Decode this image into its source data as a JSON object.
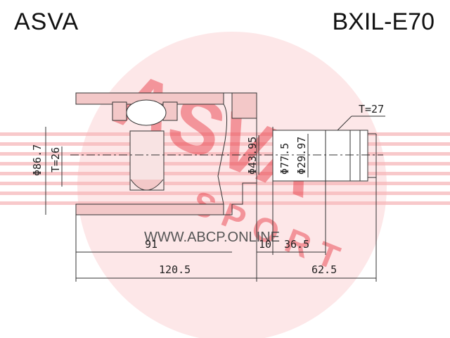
{
  "header": {
    "brand": "ASVA",
    "part_number": "BXIL-E70"
  },
  "watermark": {
    "logo_text": "ASVA",
    "sub_text": "SPORT",
    "url": "WWW.ABCP.ONLINE",
    "color": "#e8323c"
  },
  "dimensions": {
    "outer_diameter": "Φ86.7",
    "spline_count_inner": "T=26",
    "diameter_1": "Φ43.95",
    "diameter_2": "Φ77.5",
    "diameter_3": "Φ29.97",
    "spline_count_outer": "T=27",
    "len_body": "91",
    "len_flange": "10",
    "len_shaft": "36.5",
    "len_total_body": "120.5",
    "len_total_shaft": "62.5"
  }
}
